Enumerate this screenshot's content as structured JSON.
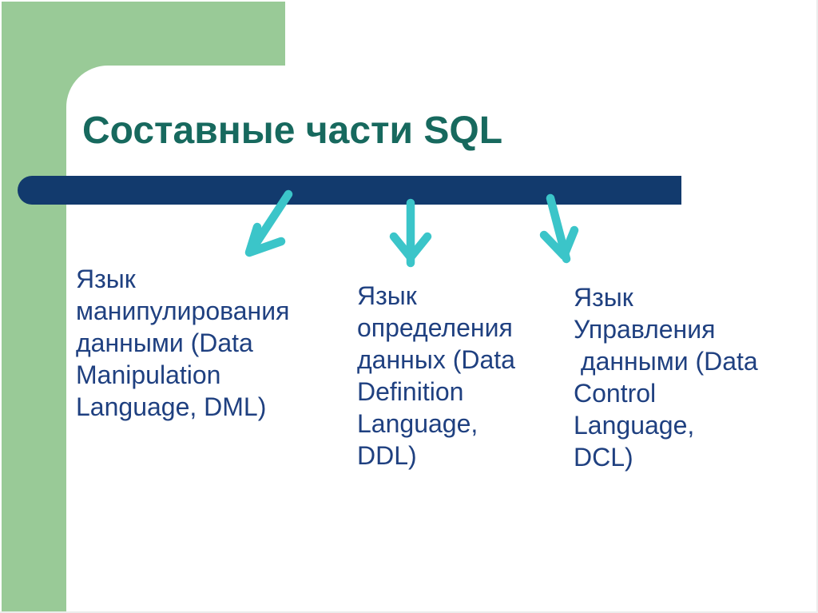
{
  "slide": {
    "title": "Составные части SQL",
    "sections": [
      {
        "id": "dml",
        "text": "Язык\nманипулирования\nданными (Data\nManipulation\nLanguage, DML)"
      },
      {
        "id": "ddl",
        "text": "Язык\nопределения\nданных (Data\nDefinition\nLanguage,\nDDL)"
      },
      {
        "id": "dcl",
        "text": "Язык\nУправления\n данными (Data\nControl\nLanguage,\nDCL)"
      }
    ],
    "colors": {
      "accent_green": "#99ca97",
      "divider_navy": "#123a6d",
      "title_teal": "#17695e",
      "body_text_navy": "#1f4080",
      "arrow_teal": "#3bc5c9"
    }
  }
}
